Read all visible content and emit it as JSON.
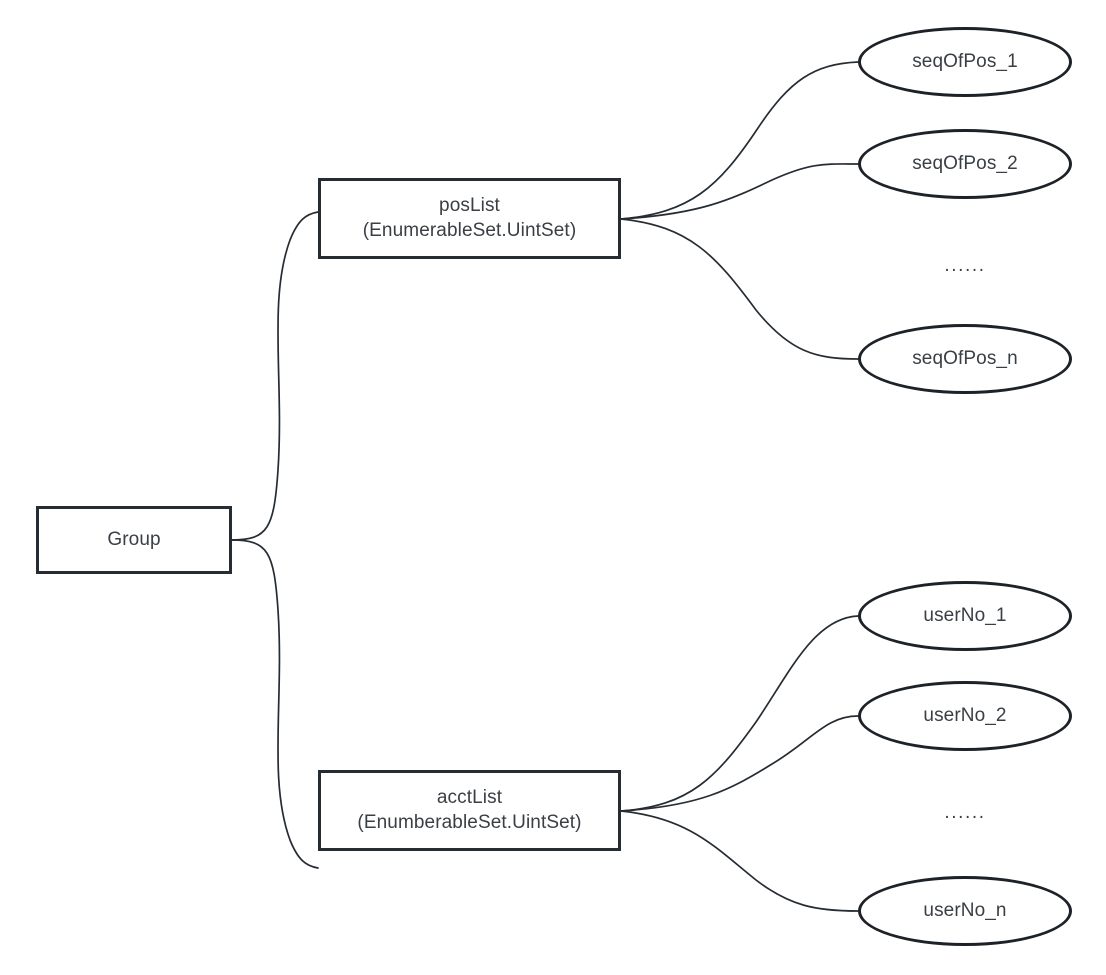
{
  "diagram": {
    "type": "tree-diagram",
    "background_color": "#ffffff",
    "stroke_color": "#262c33",
    "text_color": "#3a3f45",
    "root": {
      "id": "group",
      "label": "Group",
      "shape": "rectangle"
    },
    "branches": [
      {
        "id": "pos-branch",
        "node": {
          "id": "poslist",
          "shape": "rectangle",
          "name": "posList",
          "type": "(EnumerableSet.UintSet)"
        },
        "leaves": [
          {
            "id": "seqofpos-1",
            "label": "seqOfPos_1",
            "shape": "ellipse"
          },
          {
            "id": "seqofpos-2",
            "label": "seqOfPos_2",
            "shape": "ellipse"
          },
          {
            "id": "seqofpos-n",
            "label": "seqOfPos_n",
            "shape": "ellipse"
          }
        ],
        "ellipsis": "......"
      },
      {
        "id": "acct-branch",
        "node": {
          "id": "acctlist",
          "shape": "rectangle",
          "name": "acctList",
          "type": "(EnumberableSet.UintSet)"
        },
        "leaves": [
          {
            "id": "userno-1",
            "label": "userNo_1",
            "shape": "ellipse"
          },
          {
            "id": "userno-2",
            "label": "userNo_2",
            "shape": "ellipse"
          },
          {
            "id": "userno-n",
            "label": "userNo_n",
            "shape": "ellipse"
          }
        ],
        "ellipsis": "......"
      }
    ]
  }
}
